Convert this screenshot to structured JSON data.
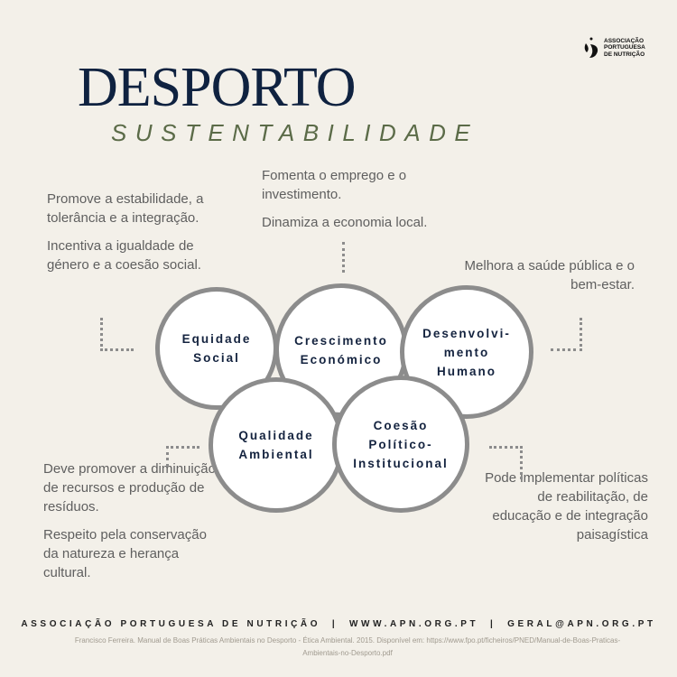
{
  "logo": {
    "line1": "ASSOCIAÇÃO",
    "line2": "PORTUGUESA",
    "line3": "DE NUTRIÇÃO"
  },
  "header": {
    "title": "DESPORTO",
    "subtitle": "SUSTENTABILIDADE"
  },
  "circles": [
    {
      "label": "Equidade Social"
    },
    {
      "label": "Crescimento Económico"
    },
    {
      "label": "Desenvolvi-mento Humano"
    },
    {
      "label": "Qualidade Ambiental"
    },
    {
      "label": "Coesão Político-Institucional"
    }
  ],
  "notes": {
    "social": [
      "Promove a estabilidade, a tolerância e a integração.",
      "Incentiva a igualdade de género e a coesão social."
    ],
    "economic": [
      "Fomenta o emprego e o investimento.",
      "Dinamiza a economia local."
    ],
    "human": [
      "Melhora a saúde pública e o bem-estar."
    ],
    "environment": [
      "Deve promover a diminuição de recursos e produção de resíduos.",
      "Respeito pela conservação da natureza e herança cultural."
    ],
    "institutional": [
      "Pode implementar políticas de reabilitação, de educação e de integração paisagística"
    ]
  },
  "footer": {
    "text": "ASSOCIAÇÃO PORTUGUESA DE NUTRIÇÃO  |  WWW.APN.ORG.PT  |  GERAL@APN.ORG.PT",
    "reference": "Francisco Ferreira. Manual de Boas Práticas Ambientais no Desporto - Ética Ambiental. 2015. Disponível em: https://www.fpo.pt/ficheiros/PNED/Manual-de-Boas-Praticas-Ambientais-no-Desporto.pdf"
  }
}
